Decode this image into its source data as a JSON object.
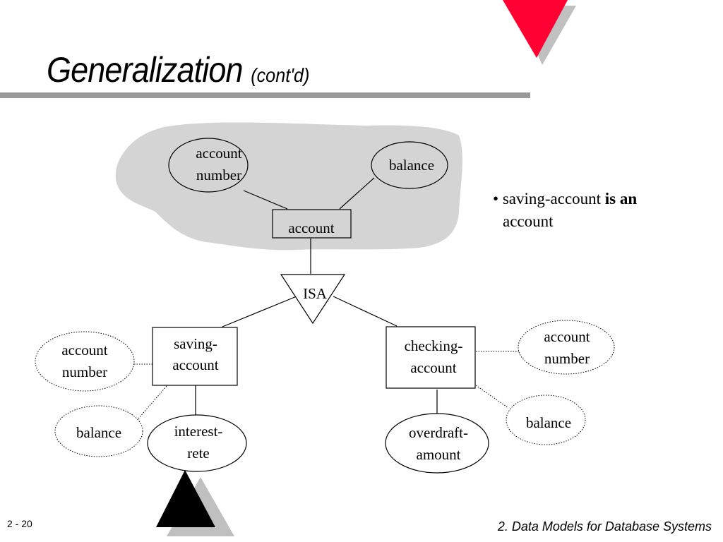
{
  "slide": {
    "title": "Generalization",
    "subtitle": "(cont'd)",
    "footer_page": "2 - 20",
    "footer_course": "2. Data Models for Database Systems"
  },
  "bullet": {
    "marker": "•",
    "normal_1": "saving-account",
    "bold": "is an",
    "line_2": "account"
  },
  "diagram": {
    "superclass": {
      "entity": "account",
      "attr_number": [
        "account",
        "number"
      ],
      "attr_balance": "balance"
    },
    "isa_label": "ISA",
    "saving": {
      "entity": [
        "saving-",
        "account"
      ],
      "attr_number": [
        "account",
        "number"
      ],
      "attr_balance": "balance",
      "attr_interest": [
        "interest-",
        "rete"
      ]
    },
    "checking": {
      "entity": [
        "checking-",
        "account"
      ],
      "attr_number": [
        "account",
        "number"
      ],
      "attr_balance": "balance",
      "attr_overdraft": [
        "overdraft-",
        "amount"
      ]
    }
  },
  "colors": {
    "accent_red": "#ff0033",
    "shadow_gray": "#c0c0c0",
    "cloud_gray": "#d4d4d4",
    "rule_gray": "#999999"
  }
}
